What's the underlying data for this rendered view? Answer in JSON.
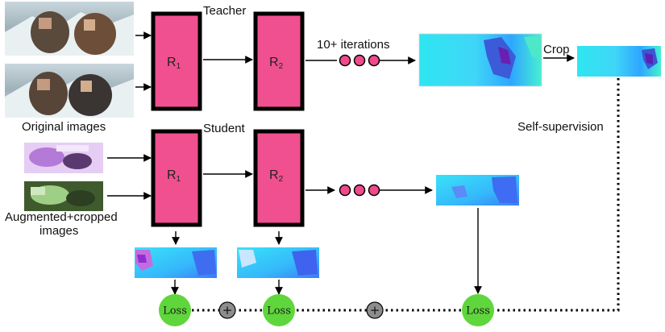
{
  "labels": {
    "teacher": "Teacher",
    "student": "Student",
    "original_images": "Original images",
    "augmented_line1": "Augmented+cropped",
    "augmented_line2": "images",
    "iterations": "10+ iterations",
    "crop": "Crop",
    "self_supervision": "Self-supervision"
  },
  "blocks": {
    "r1": "R",
    "r1_sub": "1",
    "r2": "R",
    "r2_sub": "2"
  },
  "loss_label": "Loss",
  "plus_symbol": "+",
  "colors": {
    "block_fill": "#f0508f",
    "dot_fill": "#ee4a8c",
    "loss_fill": "#5fd63c",
    "plus_fill": "#8d8d8d",
    "line": "#000000"
  }
}
